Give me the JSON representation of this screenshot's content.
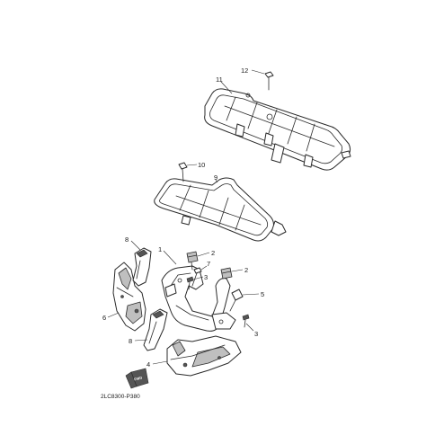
{
  "callouts": {
    "c1": "1",
    "c2a": "2",
    "c2b": "2",
    "c3a": "3",
    "c3b": "3",
    "c4": "4",
    "c5": "5",
    "c6": "6",
    "c7": "7",
    "c8a": "8",
    "c8b": "8",
    "c9": "9",
    "c10": "10",
    "c11": "11",
    "c12": "12"
  },
  "fwd_label": "FWD",
  "diagram_code": "2LC8300-P380"
}
